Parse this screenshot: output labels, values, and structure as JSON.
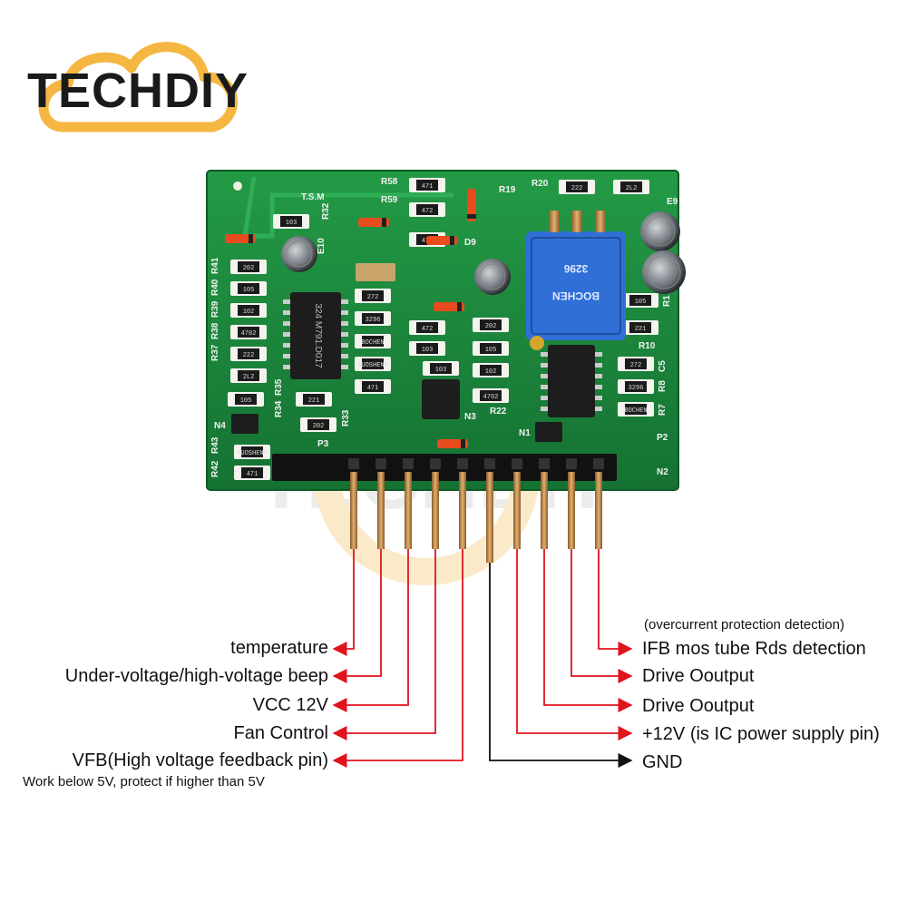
{
  "brand": {
    "name": "TECHDIY",
    "accent_color": "#f5b642"
  },
  "board": {
    "silkscreen": [
      "T.S.M",
      "R58",
      "R59",
      "R19",
      "R20",
      "R32",
      "E10",
      "R41",
      "R40",
      "R39",
      "R38",
      "R37",
      "R35",
      "R34",
      "R33",
      "R43",
      "R42",
      "N1",
      "N2",
      "N3",
      "N4",
      "P2",
      "P3",
      "D9",
      "E9",
      "R10",
      "R22",
      "R7",
      "R8",
      "C5",
      "R1"
    ],
    "component_codes": [
      "471",
      "472",
      "103",
      "202",
      "105",
      "102",
      "4702",
      "222",
      "2L2",
      "105",
      "221",
      "272",
      "3296",
      "BOCHEN",
      "GUOSHENG"
    ],
    "ic_marking": "324 M791.D017",
    "pin_count": 10
  },
  "left_labels": {
    "temperature": "temperature",
    "beep": "Under-voltage/high-voltage beep",
    "vcc": "VCC 12V",
    "fan": "Fan Control",
    "vfb": "VFB(High voltage feedback pin)",
    "vfb_note": "Work below 5V, protect if higher than 5V"
  },
  "right_labels": {
    "ifb_note": "(overcurrent protection detection)",
    "ifb": "IFB mos tube Rds detection",
    "drive1": "Drive Ooutput",
    "drive2": "Drive Ooutput",
    "v12": "+12V (is IC power supply pin)",
    "gnd": "GND"
  },
  "colors": {
    "board": "#1e8a3c",
    "wire": "#e0141e",
    "gnd_wire": "#111111"
  }
}
